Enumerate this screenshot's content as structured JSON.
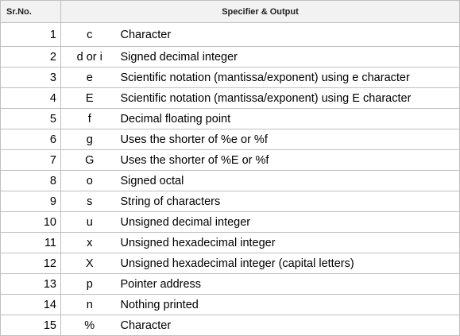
{
  "table": {
    "headers": {
      "number": "Sr.No.",
      "specifier_output": "Specifier & Output"
    },
    "rows": [
      {
        "no": "1",
        "specifier": "c",
        "output": "Character"
      },
      {
        "no": "2",
        "specifier": "d or i",
        "output": "Signed decimal integer"
      },
      {
        "no": "3",
        "specifier": "e",
        "output": "Scientific notation (mantissa/exponent) using e character"
      },
      {
        "no": "4",
        "specifier": "E",
        "output": "Scientific notation (mantissa/exponent) using E character"
      },
      {
        "no": "5",
        "specifier": "f",
        "output": "Decimal floating point"
      },
      {
        "no": "6",
        "specifier": "g",
        "output": "Uses the shorter of %e or %f"
      },
      {
        "no": "7",
        "specifier": "G",
        "output": "Uses the shorter of %E or %f"
      },
      {
        "no": "8",
        "specifier": "o",
        "output": "Signed octal"
      },
      {
        "no": "9",
        "specifier": "s",
        "output": "String of characters"
      },
      {
        "no": "10",
        "specifier": "u",
        "output": "Unsigned decimal integer"
      },
      {
        "no": "11",
        "specifier": "x",
        "output": "Unsigned hexadecimal integer"
      },
      {
        "no": "12",
        "specifier": "X",
        "output": "Unsigned hexadecimal integer (capital letters)"
      },
      {
        "no": "13",
        "specifier": "p",
        "output": "Pointer address"
      },
      {
        "no": "14",
        "specifier": "n",
        "output": "Nothing printed"
      },
      {
        "no": "15",
        "specifier": "%",
        "output": "Character"
      }
    ]
  }
}
